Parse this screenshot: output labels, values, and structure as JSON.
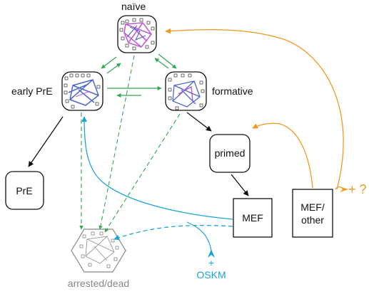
{
  "diagram": {
    "colors": {
      "green": "#2fa84f",
      "blue": "#1aa3db",
      "orange": "#f39a1e",
      "black": "#111111",
      "gray": "#888888",
      "network_blue": "#3a55c8",
      "network_purple": "#b446c9"
    },
    "nodes": {
      "naive": {
        "label": "naïve"
      },
      "early_pre": {
        "label": "early PrE"
      },
      "formative": {
        "label": "formative"
      },
      "primed": {
        "label": "primed"
      },
      "pre": {
        "label": "PrE"
      },
      "mef": {
        "label": "MEF"
      },
      "mef_other": {
        "label_line1": "MEF/",
        "label_line2": "other"
      },
      "arrested": {
        "label": "arrested/dead"
      }
    },
    "annotations": {
      "oskm_plus": "+",
      "oskm_label": "OSKM",
      "unknown": "+ ?"
    }
  }
}
